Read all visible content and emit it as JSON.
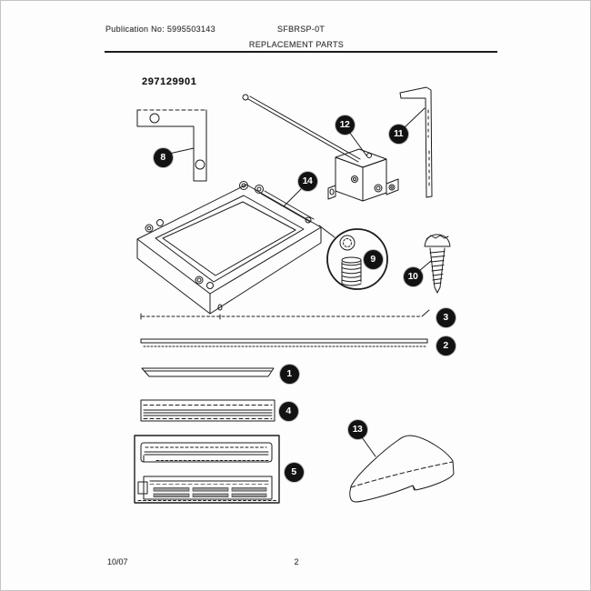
{
  "header": {
    "publication": "Publication No: 5995503143",
    "model": "SFBRSP-0T",
    "title": "REPLACEMENT PARTS"
  },
  "diagram": {
    "part_number": "297129901",
    "callouts": [
      {
        "label": "8"
      },
      {
        "label": "12"
      },
      {
        "label": "11"
      },
      {
        "label": "14"
      },
      {
        "label": "9"
      },
      {
        "label": "10"
      },
      {
        "label": "3"
      },
      {
        "label": "2"
      },
      {
        "label": "1"
      },
      {
        "label": "4"
      },
      {
        "label": "5"
      },
      {
        "label": "13"
      }
    ]
  },
  "footer": {
    "date": "10/07",
    "page": "2"
  },
  "colors": {
    "ink": "#1c1c1c",
    "paper": "#fdfdfd",
    "page_border": "#c4c4c4",
    "callout_bg": "#121212",
    "callout_text": "#ffffff",
    "grille_slot": "#9a9a9a"
  }
}
